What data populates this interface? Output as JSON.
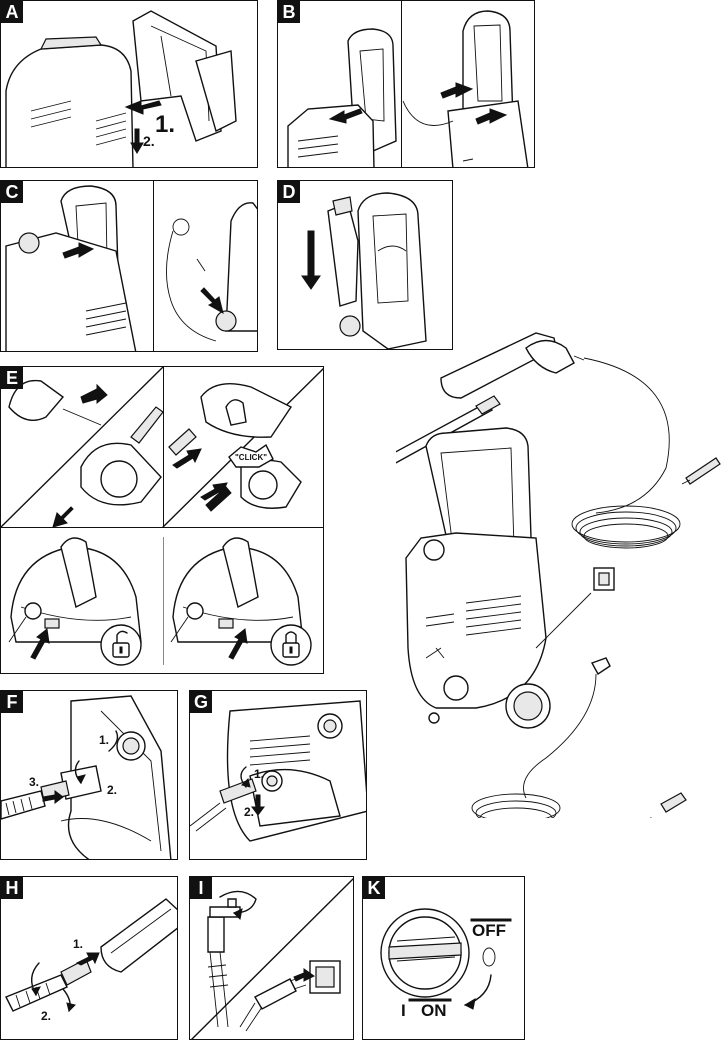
{
  "panels": {
    "A": {
      "letter": "A",
      "steps": [
        "1.",
        "2."
      ]
    },
    "B": {
      "letter": "B"
    },
    "C": {
      "letter": "C"
    },
    "D": {
      "letter": "D"
    },
    "E": {
      "letter": "E",
      "click_text": "\"CLICK\""
    },
    "F": {
      "letter": "F",
      "steps": [
        "1.",
        "2.",
        "3."
      ]
    },
    "G": {
      "letter": "G",
      "steps": [
        "1.",
        "2."
      ]
    },
    "H": {
      "letter": "H",
      "steps": [
        "1.",
        "2."
      ]
    },
    "I": {
      "letter": "I"
    },
    "K": {
      "letter": "K",
      "off_label": "OFF",
      "on_label": "ON",
      "on_symbol": "I"
    }
  },
  "icons": [
    "arrow-icon",
    "padlock-unlocked-icon",
    "padlock-locked-icon",
    "rotate-arrow-icon",
    "plug-icon",
    "tap-icon",
    "switch-knob-icon"
  ]
}
